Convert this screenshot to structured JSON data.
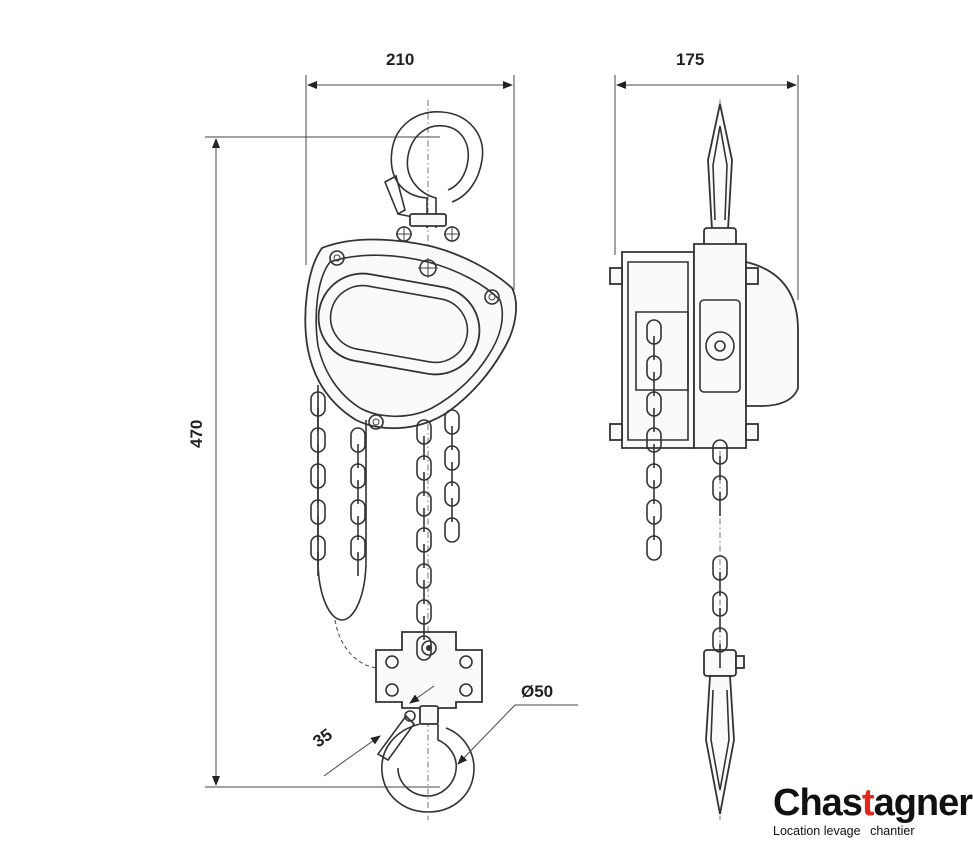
{
  "dimensions": {
    "front_width": "210",
    "side_width": "175",
    "height": "470",
    "hook_opening": "35",
    "hook_diameter": "Ø50"
  },
  "logo": {
    "name_start": "Chas",
    "name_accent": "t",
    "name_end": "agner",
    "tagline_left": "Location levage",
    "tagline_right": "chantier",
    "accent_color": "#e3261b"
  }
}
